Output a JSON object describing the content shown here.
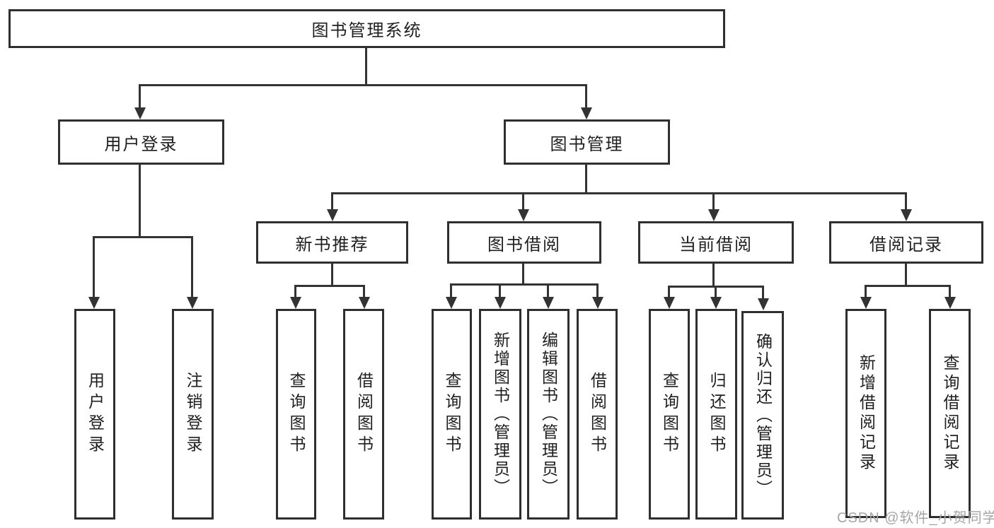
{
  "diagram": {
    "root": {
      "label": "图书管理系统"
    },
    "level2": [
      {
        "label": "用户登录"
      },
      {
        "label": "图书管理"
      }
    ],
    "level3": [
      {
        "label": "新书推荐"
      },
      {
        "label": "图书借阅"
      },
      {
        "label": "当前借阅"
      },
      {
        "label": "借阅记录"
      }
    ],
    "leaves": {
      "login": [
        "用户登录",
        "注销登录"
      ],
      "recommend": [
        "查询图书",
        "借阅图书"
      ],
      "borrow": [
        "查询图书",
        "新增图书（管理员）",
        "编辑图书（管理员）",
        "借阅图书"
      ],
      "current": [
        "查询图书",
        "归还图书",
        "确认归还（管理员）"
      ],
      "records": [
        "新增借阅记录",
        "查询借阅记录"
      ]
    }
  },
  "watermark": "CSDN @软件_小贺同学",
  "colors": {
    "border": "#2f2f2f",
    "line": "#333333",
    "text": "#1f1f1f",
    "background": "#ffffff",
    "watermark": "#a6a6a6"
  }
}
